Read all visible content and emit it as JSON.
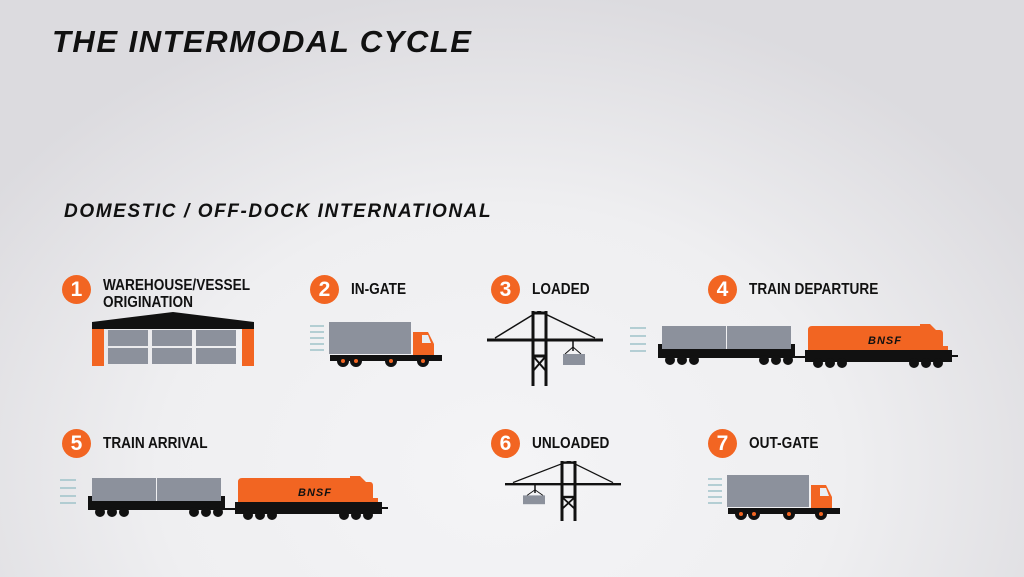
{
  "title": "THE INTERMODAL CYCLE",
  "subtitle": "DOMESTIC / OFF-DOCK INTERNATIONAL",
  "colors": {
    "accent": "#f26522",
    "container": "#8c919c",
    "dark": "#111111"
  },
  "steps": [
    {
      "number": "1",
      "label_line1": "WAREHOUSE/VESSEL",
      "label_line2": "ORIGINATION",
      "icon": "warehouse-icon"
    },
    {
      "number": "2",
      "label": "IN-GATE",
      "icon": "truck-icon"
    },
    {
      "number": "3",
      "label": "LOADED",
      "icon": "crane-icon"
    },
    {
      "number": "4",
      "label": "TRAIN DEPARTURE",
      "icon": "train-icon"
    },
    {
      "number": "5",
      "label": "TRAIN ARRIVAL",
      "icon": "train-icon"
    },
    {
      "number": "6",
      "label": "UNLOADED",
      "icon": "crane-icon"
    },
    {
      "number": "7",
      "label": "OUT-GATE",
      "icon": "truck-icon"
    }
  ],
  "locomotive_logo": "BNSF"
}
